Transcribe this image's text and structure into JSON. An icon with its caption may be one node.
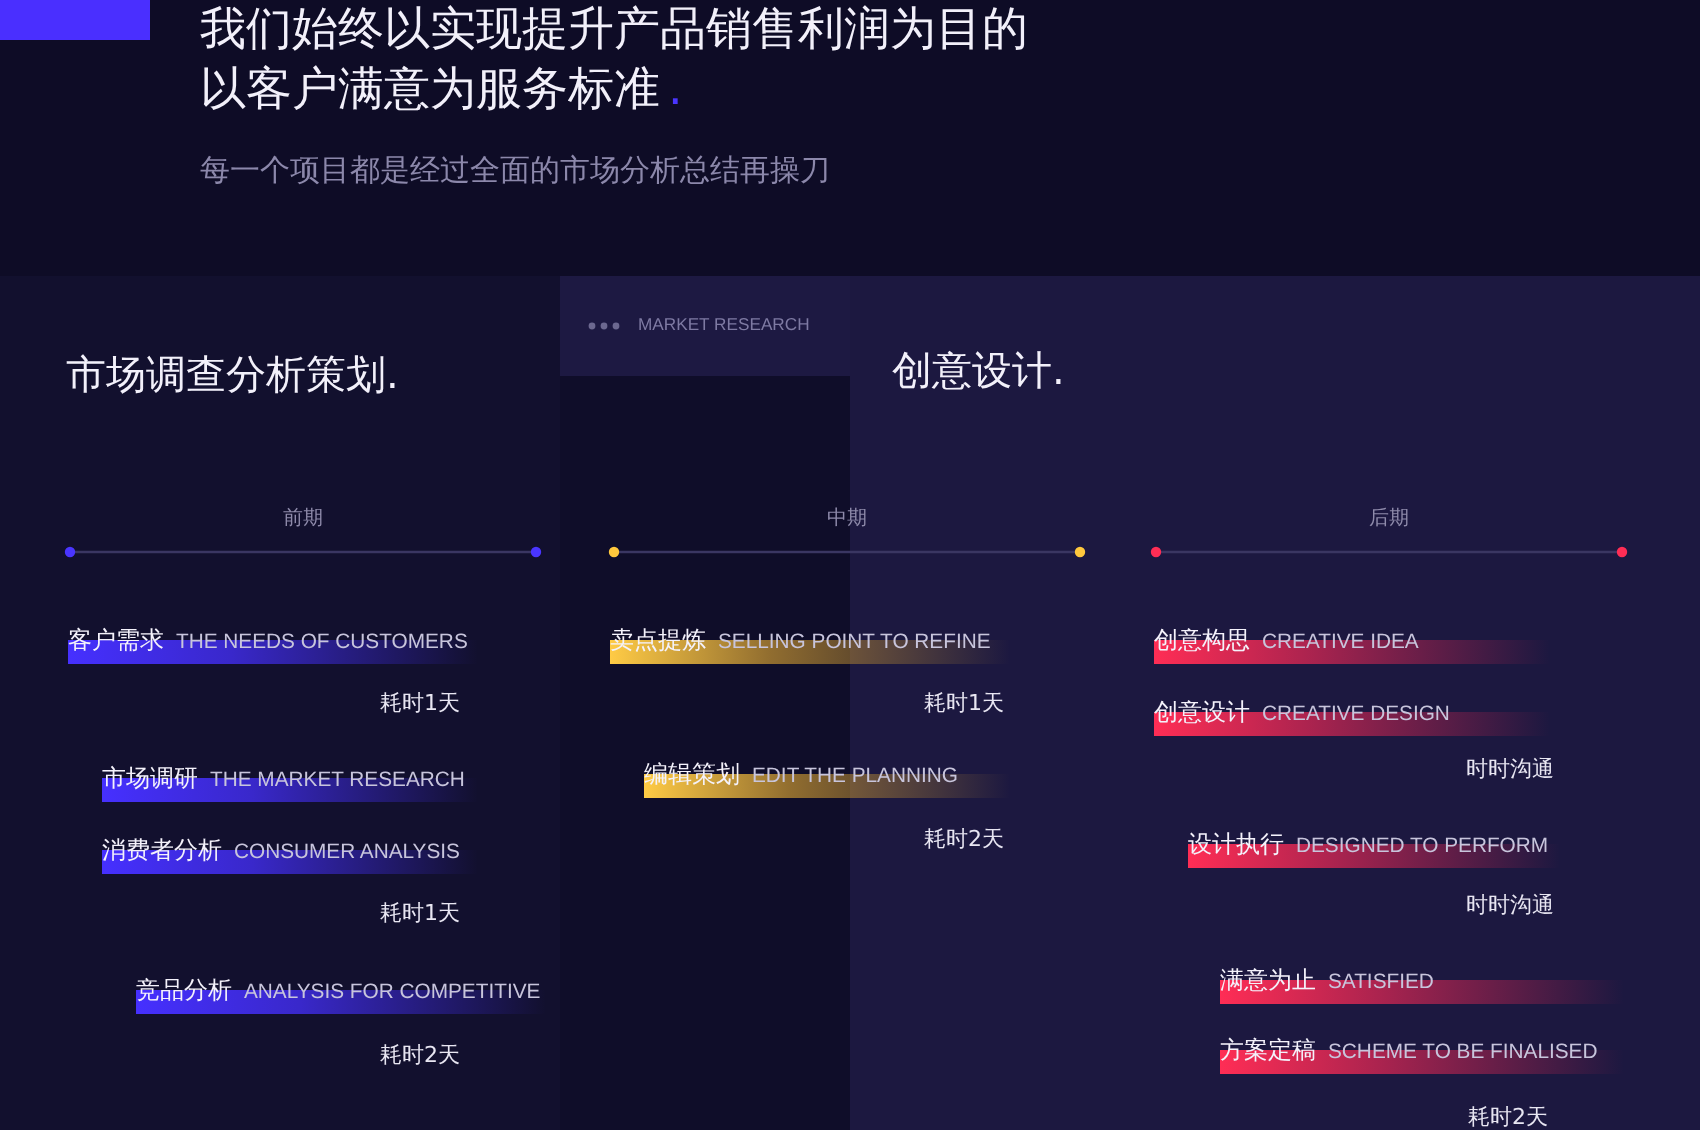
{
  "diagram": {
    "title": "我们始终以实现提升产品销售利润为目的以客户满意为服务标准.",
    "nodes": [
      {
        "text": [
          "客户需求",
          "THE NEEDS OF CUSTOMERS"
        ],
        "beside": [
          "耗时1天"
        ]
      },
      {
        "text": [
          "市场调研",
          "THE MARKET RESEARCH"
        ]
      },
      {
        "text": [
          "消费者分析",
          "CONSUMER ANALYSIS"
        ],
        "beside": [
          "耗时1天"
        ]
      },
      {
        "text": [
          "竞品分析",
          "ANALYSIS FOR COMPETITIVE"
        ],
        "beside": [
          "耗时2天"
        ]
      },
      {
        "text": [
          "卖点提炼",
          "SELLING POINT TO REFINE"
        ],
        "beside": [
          "耗时1天"
        ]
      },
      {
        "text": [
          "编辑策划",
          "EDIT THE PLANNING"
        ],
        "beside": [
          "耗时2天"
        ]
      },
      {
        "text": [
          "创意构思",
          "CREATIVE IDEA"
        ]
      },
      {
        "text": [
          "创意设计",
          "CREATIVE DESIGN"
        ],
        "beside": [
          "时时沟通"
        ]
      },
      {
        "text": [
          "设计执行",
          "DESIGNED TO PERFORM"
        ],
        "beside": [
          "时时沟通"
        ]
      },
      {
        "text": [
          "满意为止",
          "SATISFIED"
        ]
      },
      {
        "text": [
          "方案定稿",
          "SCHEME TO BE FINALISED"
        ],
        "beside": [
          "耗时2天"
        ]
      }
    ],
    "labels": [
      "每一个项目都是经过全面的市场分析总结再操刀",
      "MARKET RESEARCH",
      "市场调查分析策划.",
      "创意设计.",
      "前期",
      "中期",
      "后期"
    ]
  }
}
